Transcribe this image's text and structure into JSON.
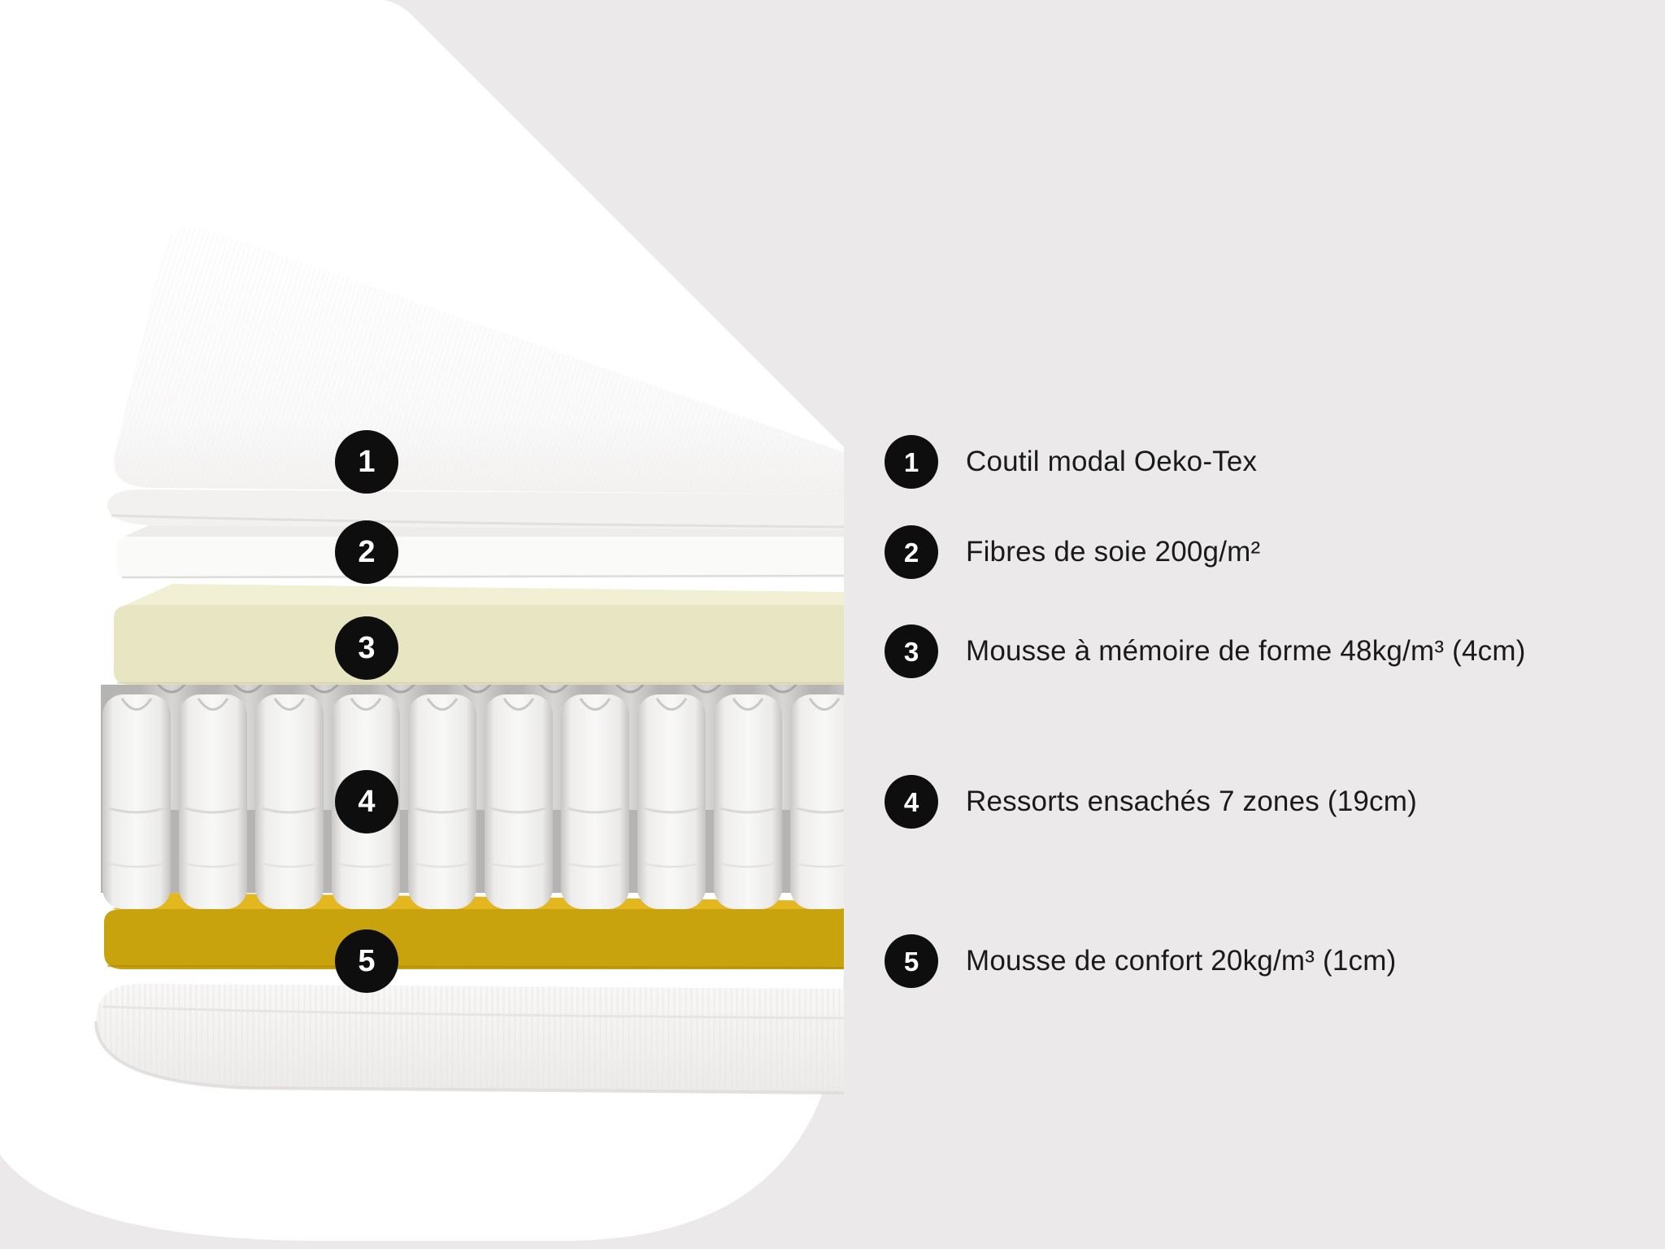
{
  "page": {
    "description": "Mattress layers cutaway infographic"
  },
  "colors": {
    "background": "#ece9ea",
    "panel": "#ffffff",
    "badge": "#0e0e0e",
    "badge_text": "#ffffff",
    "text": "#1a1a1a",
    "memory_foam": "#e8e5c3",
    "memory_foam_light": "#f1efd4",
    "comfort_foam": "#c9a30d",
    "comfort_foam_light": "#e2b71f"
  },
  "diagram": {
    "markers": [
      {
        "num": "1"
      },
      {
        "num": "2"
      },
      {
        "num": "3"
      },
      {
        "num": "4"
      },
      {
        "num": "5"
      }
    ]
  },
  "legend": {
    "items": [
      {
        "num": "1",
        "label": "Coutil modal Oeko-Tex"
      },
      {
        "num": "2",
        "label": "Fibres de soie 200g/m²"
      },
      {
        "num": "3",
        "label": "Mousse à mémoire de forme 48kg/m³ (4cm)"
      },
      {
        "num": "4",
        "label": "Ressorts ensachés 7 zones (19cm)"
      },
      {
        "num": "5",
        "label": "Mousse de confort 20kg/m³ (1cm)"
      }
    ]
  }
}
